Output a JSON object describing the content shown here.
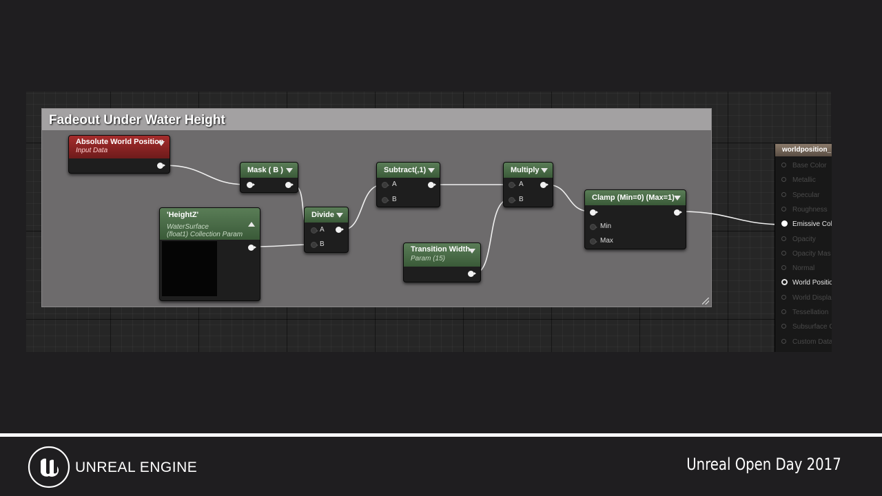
{
  "comment_box": {
    "title": "Fadeout Under Water Height"
  },
  "nodes": {
    "abs_world_pos": {
      "title": "Absolute World Position",
      "subtitle": "Input Data"
    },
    "mask": {
      "title": "Mask ( B )"
    },
    "heightz": {
      "title": "'HeightZ'",
      "subtitle1": "WaterSurface",
      "subtitle2": "(float1) Collection Param"
    },
    "divide": {
      "title": "Divide",
      "pin_a": "A",
      "pin_b": "B"
    },
    "subtract": {
      "title": "Subtract(,1)",
      "pin_a": "A",
      "pin_b": "B"
    },
    "transition_width": {
      "title": "Transition Width",
      "subtitle": "Param (15)"
    },
    "multiply": {
      "title": "Multiply",
      "pin_a": "A",
      "pin_b": "B"
    },
    "clamp": {
      "title": "Clamp (Min=0) (Max=1)",
      "pin_min": "Min",
      "pin_max": "Max"
    }
  },
  "result_node": {
    "title": "worldposition_",
    "pins": [
      {
        "label": "Base Color",
        "state": "inactive"
      },
      {
        "label": "Metallic",
        "state": "inactive"
      },
      {
        "label": "Specular",
        "state": "inactive"
      },
      {
        "label": "Roughness",
        "state": "inactive"
      },
      {
        "label": "Emissive Col",
        "state": "connected"
      },
      {
        "label": "Opacity",
        "state": "inactive"
      },
      {
        "label": "Opacity Mas",
        "state": "inactive"
      },
      {
        "label": "Normal",
        "state": "inactive"
      },
      {
        "label": "World Positio",
        "state": "active"
      },
      {
        "label": "World Displa",
        "state": "inactive"
      },
      {
        "label": "Tessellation",
        "state": "inactive"
      },
      {
        "label": "Subsurface C",
        "state": "inactive"
      },
      {
        "label": "Custom Data",
        "state": "inactive"
      }
    ]
  },
  "footer": {
    "engine_name": "UNREAL ENGINE",
    "event": "Unreal Open Day 2017",
    "logo_icon": "unreal-engine-logo"
  },
  "colors": {
    "background": "#1f1e20",
    "comment_box": "#6d6b6c",
    "node_header_green": "#4a6b47",
    "node_header_red": "#8e2424",
    "wire": "#f0f0f0"
  }
}
